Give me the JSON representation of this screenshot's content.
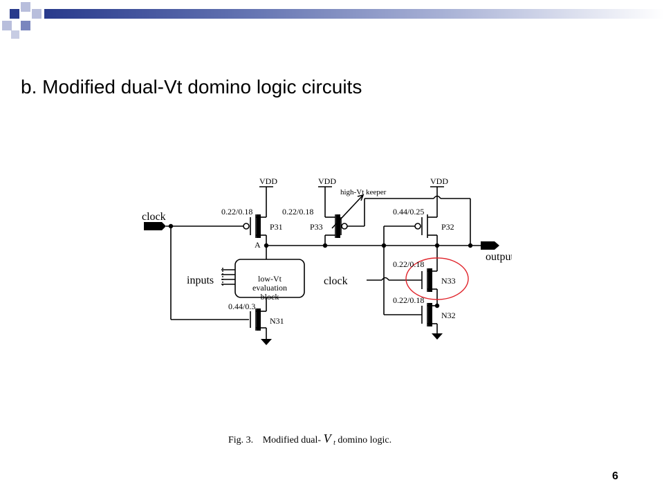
{
  "slide": {
    "title": "b. Modified dual-Vt domino logic circuits",
    "page_number": "6"
  },
  "diagram": {
    "labels": {
      "clock_in": "clock",
      "inputs": "inputs",
      "output": "output",
      "clock_2": "clock",
      "keeper": "high-Vt keeper",
      "node_a": "A",
      "vdd": "VDD",
      "eval_block_1": "low-Vt",
      "eval_block_2": "evaluation",
      "eval_block_3": "block"
    },
    "transistors": [
      {
        "name": "P31",
        "size": "0.22/0.18"
      },
      {
        "name": "P33",
        "size": "0.22/0.18"
      },
      {
        "name": "P32",
        "size": "0.44/0.25"
      },
      {
        "name": "N31",
        "size": "0.44/0.3"
      },
      {
        "name": "N33",
        "size": "0.22/0.18"
      },
      {
        "name": "N32",
        "size": "0.22/0.18"
      }
    ]
  },
  "figure_caption": {
    "prefix": "Fig. 3.",
    "text_a": "Modified dual-",
    "vt_sym": "V",
    "vt_sub": "t",
    "text_b": " domino logic."
  },
  "colors": {
    "header_dark": "#283A8C",
    "header_mid": "#7A86BE",
    "header_light": "#B8BEDC",
    "highlight_circle": "#E0232A"
  }
}
